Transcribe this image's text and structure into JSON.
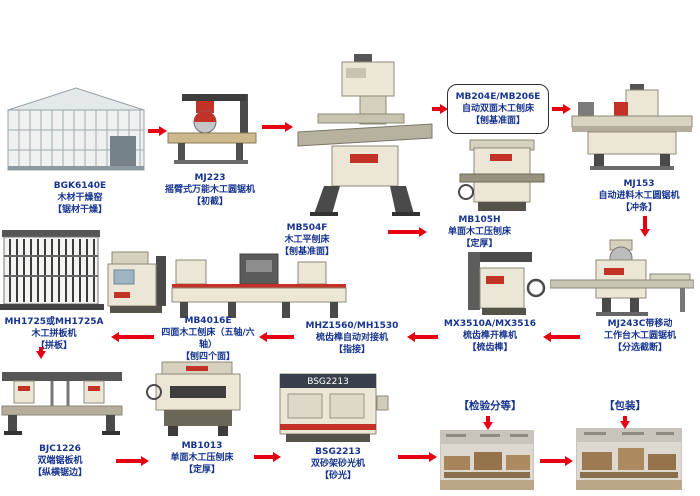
{
  "colors": {
    "background": "#ffffff",
    "arrow": "#e60012",
    "label_text": "#17348e",
    "machine_body": "#ebe6d6",
    "machine_dark": "#4a4a4a",
    "machine_red": "#c23227"
  },
  "nodes": {
    "kiln": {
      "model": "BGK6140E",
      "name": "木材干燥窑",
      "step": "【锯材干燥】"
    },
    "mj223": {
      "model": "MJ223",
      "name": "摇臂式万能木工圆锯机",
      "step": "【初截】"
    },
    "mb504f": {
      "model": "MB504F",
      "name": "木工平刨床",
      "step": "【刨基准面】"
    },
    "mb204e": {
      "model": "MB204E/MB206E",
      "name": "自动双面木工刨床",
      "step": "【刨基准面】"
    },
    "mj153": {
      "model": "MJ153",
      "name": "自动进料木工圆锯机",
      "step": "【冲条】"
    },
    "mb105h": {
      "model": "MB105H",
      "name": "单面木工压刨床",
      "step": "【定厚】"
    },
    "mh1725": {
      "model": "MH1725或MH1725A",
      "name": "木工拼板机",
      "step": "【拼板】"
    },
    "mb4016e": {
      "model": "MB4016E",
      "name": "四面木工刨床（五轴/六轴）",
      "step": "【刨四个面】"
    },
    "mhz1560": {
      "model": "MHZ1560/MH1530",
      "name": "梳齿榫自动对接机",
      "step": "【指接】"
    },
    "mx3510a": {
      "model": "MX3510A/MX3516",
      "name": "梳齿榫开榫机",
      "step": "【梳齿榫】"
    },
    "mj243c": {
      "model": "MJ243C带移动",
      "name": "工作台木工圆锯机",
      "step": "【分选截断】"
    },
    "bjc1226": {
      "model": "BJC1226",
      "name": "双端锯板机",
      "step": "【纵横锯边】"
    },
    "mb1013": {
      "model": "MB1013",
      "name": "单面木工压刨床",
      "step": "【定厚】"
    },
    "bsg2213": {
      "model": "BSG2213",
      "name": "双砂架砂光机",
      "step": "【砂光】",
      "machine_badge": "BSG2213"
    },
    "inspection": {
      "step": "【检验分等】"
    },
    "packing": {
      "step": "【包装】"
    }
  }
}
